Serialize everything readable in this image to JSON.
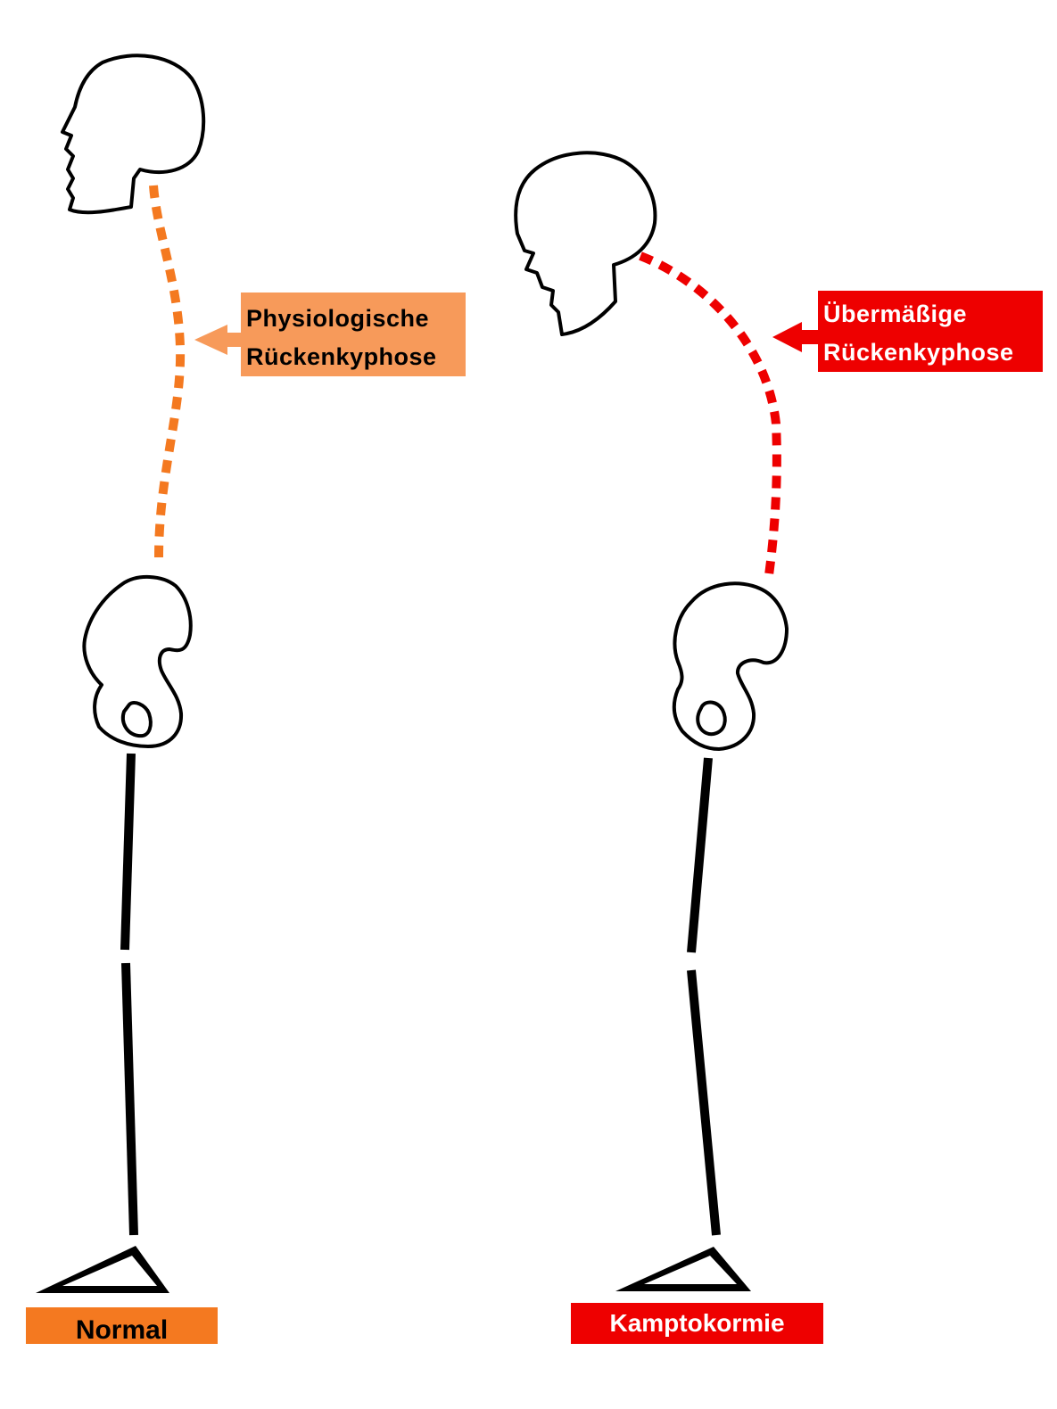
{
  "colors": {
    "background": "#ffffff",
    "outline": "#000000",
    "normal_accent": "#f47920",
    "normal_label_bg": "#f79a5a",
    "normal_text": "#000000",
    "campto_accent": "#ee0000",
    "campto_text": "#ffffff"
  },
  "figures": [
    {
      "id": "normal",
      "caption": "Normal",
      "annotation": {
        "line1": "Physiologische",
        "line2": "Rückenkyphose"
      },
      "parts": [
        "skull-icon",
        "spine-curve",
        "pelvis-icon",
        "leg-bone",
        "foot-icon"
      ]
    },
    {
      "id": "camptocormia",
      "caption": "Kamptokormie",
      "annotation": {
        "line1": "Übermäßige",
        "line2": "Rückenkyphose"
      },
      "parts": [
        "skull-icon",
        "spine-curve",
        "pelvis-icon",
        "leg-bone",
        "foot-icon"
      ]
    }
  ]
}
